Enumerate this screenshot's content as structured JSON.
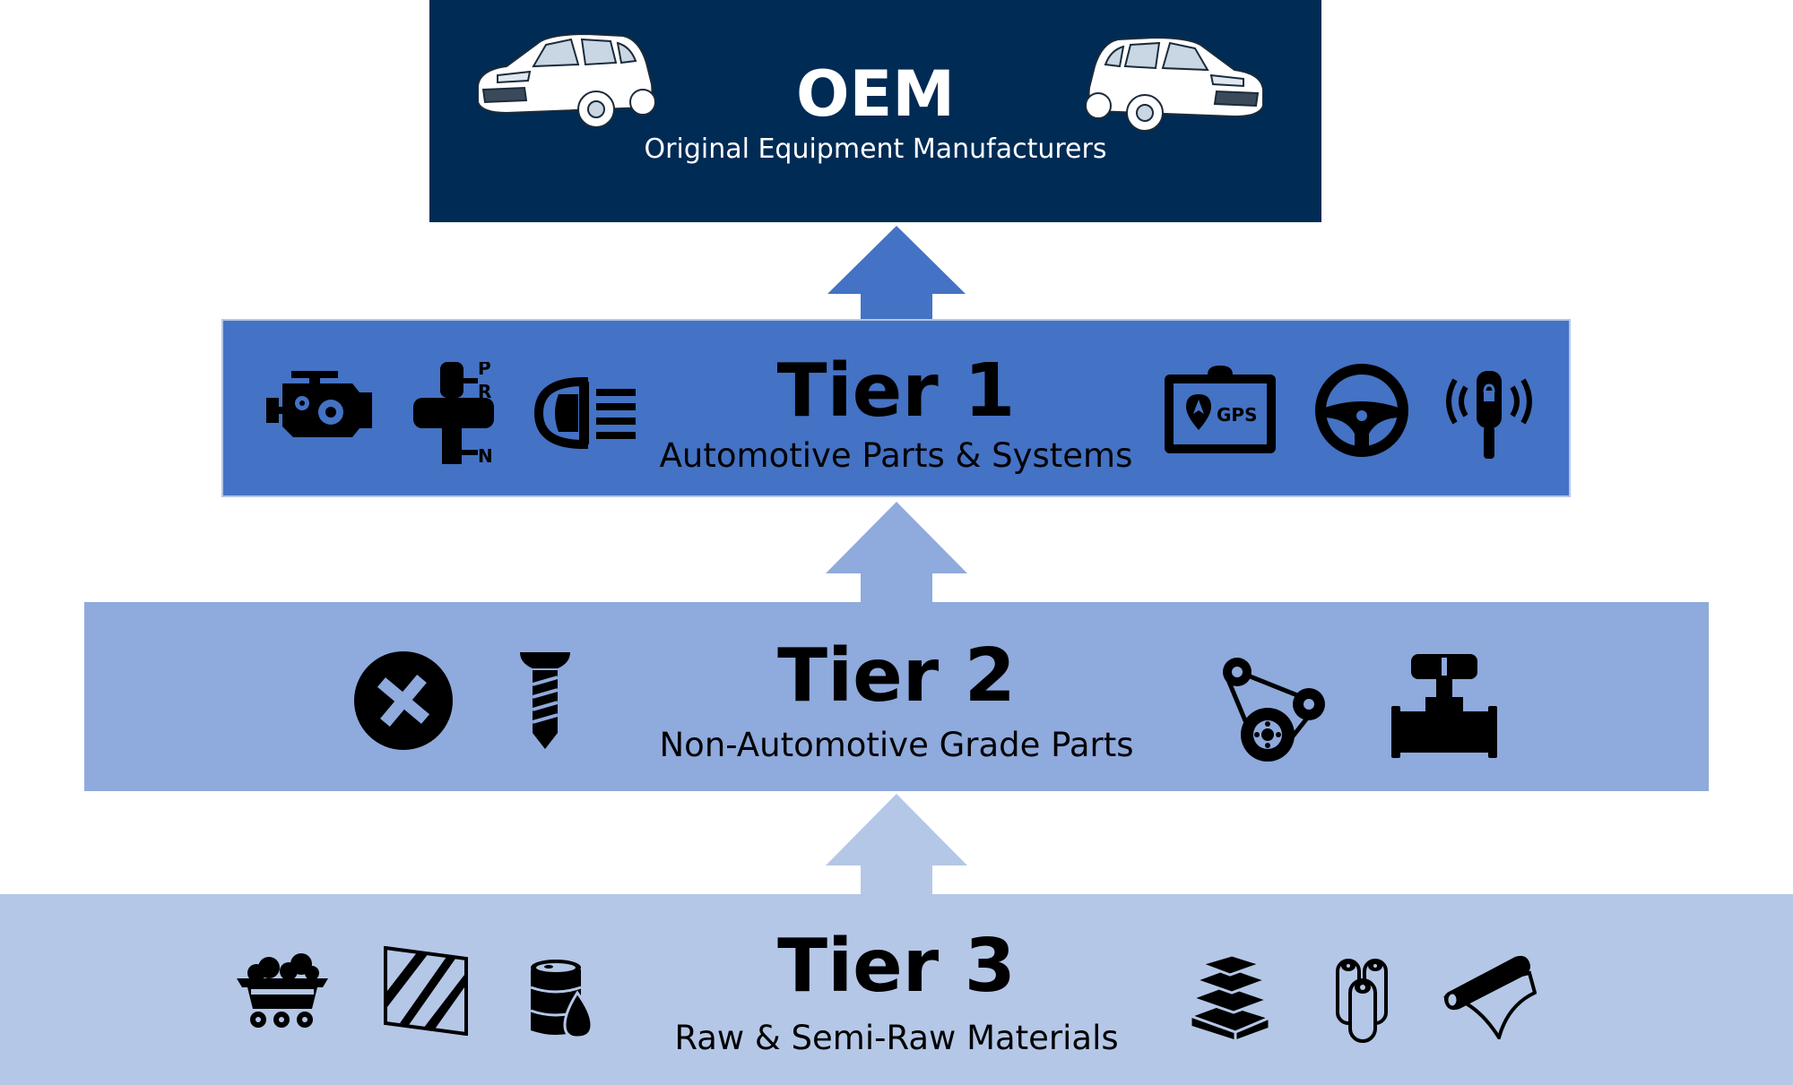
{
  "colors": {
    "oem": "#002b55",
    "tier1": "#4472c4",
    "tier2": "#8faadc",
    "tier3": "#b4c7e7",
    "icon": "#000000"
  },
  "oem": {
    "title": "OEM",
    "subtitle": "Original Equipment Manufacturers",
    "icons": [
      "car-icon",
      "car-icon"
    ]
  },
  "tier1": {
    "title": "Tier 1",
    "subtitle": "Automotive Parts & Systems",
    "icons": [
      "engine-icon",
      "gear-shifter-icon",
      "headlight-icon",
      "gps-icon",
      "steering-wheel-icon",
      "car-key-icon"
    ],
    "shifter_labels": [
      "P",
      "R",
      "N"
    ],
    "gps_label": "GPS"
  },
  "tier2": {
    "title": "Tier 2",
    "subtitle": "Non-Automotive Grade Parts",
    "icons": [
      "screw-head-icon",
      "screw-icon",
      "belt-pulley-icon",
      "valve-icon"
    ]
  },
  "tier3": {
    "title": "Tier 3",
    "subtitle": "Raw & Semi-Raw Materials",
    "icons": [
      "ore-cart-icon",
      "glass-pane-icon",
      "oil-barrel-icon",
      "metal-ingots-icon",
      "fabric-rolls-icon",
      "sheet-roll-icon"
    ]
  }
}
